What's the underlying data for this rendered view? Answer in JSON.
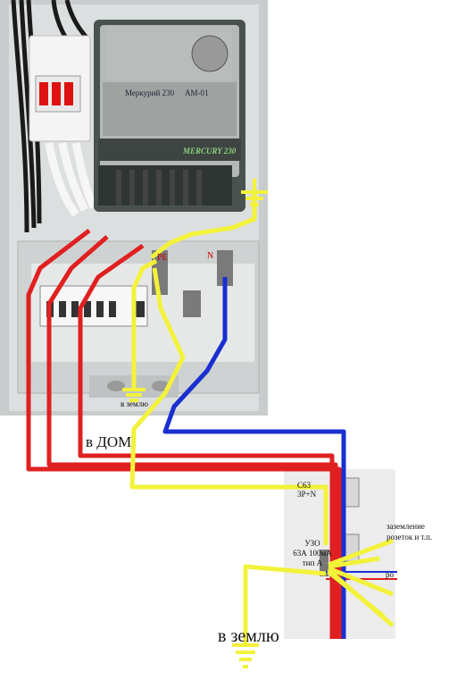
{
  "meter": {
    "brand_label": "Меркурий 230",
    "model_label": "АМ-01",
    "mercury_label": "MERCURY 230"
  },
  "terminals": {
    "pe_label": "PE",
    "n_label": "N"
  },
  "labels": {
    "to_ground_box": "в землю",
    "to_house": "в ДОМ",
    "breaker": "С63\n3P+N",
    "rcd": "УЗО\n63А 100мА\nтип А",
    "sockets_ground": "заземление\nрозеток и т.п.",
    "partial": "ро",
    "to_ground_main": "в землю"
  },
  "colors": {
    "phase": "#e02020",
    "neutral": "#1a2fd0",
    "ground": "#f2f23a",
    "panel": "#d9dcdc",
    "white_panel": "#ececec"
  }
}
